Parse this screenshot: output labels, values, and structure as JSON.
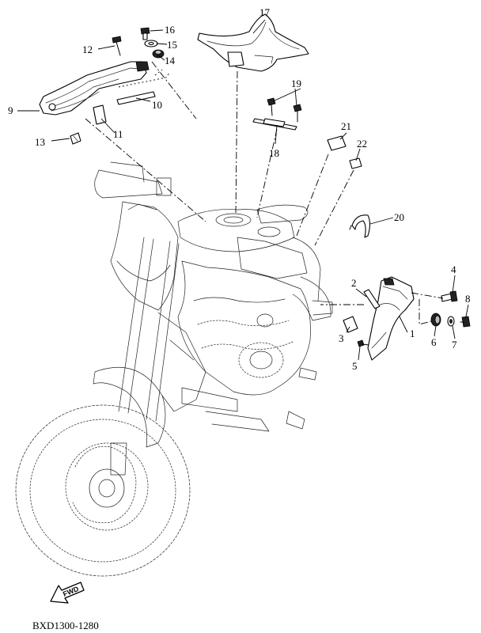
{
  "diagram": {
    "code": "BXD1300-1280",
    "fwd_label": "FWD",
    "callouts": [
      {
        "id": "1",
        "label": "1"
      },
      {
        "id": "2",
        "label": "2"
      },
      {
        "id": "3",
        "label": "3"
      },
      {
        "id": "4",
        "label": "4"
      },
      {
        "id": "5",
        "label": "5"
      },
      {
        "id": "6",
        "label": "6"
      },
      {
        "id": "7",
        "label": "7"
      },
      {
        "id": "8",
        "label": "8"
      },
      {
        "id": "9",
        "label": "9"
      },
      {
        "id": "10",
        "label": "10"
      },
      {
        "id": "11",
        "label": "11"
      },
      {
        "id": "12",
        "label": "12"
      },
      {
        "id": "13",
        "label": "13"
      },
      {
        "id": "14",
        "label": "14"
      },
      {
        "id": "15",
        "label": "15"
      },
      {
        "id": "16",
        "label": "16"
      },
      {
        "id": "17",
        "label": "17"
      },
      {
        "id": "18",
        "label": "18"
      },
      {
        "id": "19",
        "label": "19"
      },
      {
        "id": "20",
        "label": "20"
      },
      {
        "id": "21",
        "label": "21"
      },
      {
        "id": "22",
        "label": "22"
      }
    ]
  }
}
